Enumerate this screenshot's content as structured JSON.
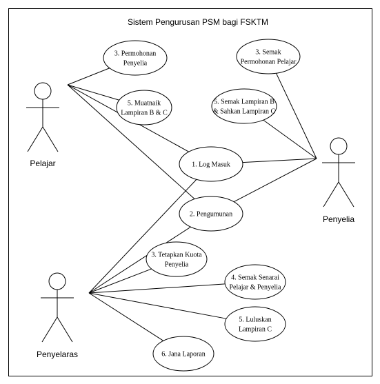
{
  "title": "Sistem Pengurusan PSM bagi FSKTM",
  "actors": [
    {
      "id": "pelajar",
      "label": "Pelajar"
    },
    {
      "id": "penyelia",
      "label": "Penyelia"
    },
    {
      "id": "penyelaras",
      "label": "Penyelaras"
    }
  ],
  "use_cases": [
    {
      "id": "uc-permohonan-penyelia",
      "lines": [
        "3. Permohonan",
        "Penyelia"
      ]
    },
    {
      "id": "uc-muatnaik-lampiran",
      "lines": [
        "5. Muatnaik",
        "Lampiran B & C"
      ]
    },
    {
      "id": "uc-log-masuk",
      "lines": [
        "1. Log Masuk"
      ]
    },
    {
      "id": "uc-pengumunan",
      "lines": [
        "2. Pengumunan"
      ]
    },
    {
      "id": "uc-semak-permohonan",
      "lines": [
        "3. Semak",
        "Permohonan Pelajar"
      ]
    },
    {
      "id": "uc-semak-lampiran",
      "lines": [
        "5. Semak Lampiran  B",
        "& Sahkan Lampiran C"
      ]
    },
    {
      "id": "uc-tetapkan-kuota",
      "lines": [
        "3. Tetapkan Kuota",
        "Penyelia"
      ]
    },
    {
      "id": "uc-semak-senarai",
      "lines": [
        "4. Semak Senarai",
        "Pelajar & Penyelia"
      ]
    },
    {
      "id": "uc-luluskan-lampiran",
      "lines": [
        "5. Luluskan",
        "Lampiran C"
      ]
    },
    {
      "id": "uc-jana-laporan",
      "lines": [
        "6. Jana Laporan"
      ]
    }
  ],
  "associations": [
    [
      "pelajar",
      "uc-permohonan-penyelia"
    ],
    [
      "pelajar",
      "uc-muatnaik-lampiran"
    ],
    [
      "pelajar",
      "uc-log-masuk"
    ],
    [
      "pelajar",
      "uc-pengumunan"
    ],
    [
      "penyelia",
      "uc-semak-permohonan"
    ],
    [
      "penyelia",
      "uc-semak-lampiran"
    ],
    [
      "penyelia",
      "uc-log-masuk"
    ],
    [
      "penyelia",
      "uc-pengumunan"
    ],
    [
      "penyelaras",
      "uc-log-masuk"
    ],
    [
      "penyelaras",
      "uc-pengumunan"
    ],
    [
      "penyelaras",
      "uc-tetapkan-kuota"
    ],
    [
      "penyelaras",
      "uc-semak-senarai"
    ],
    [
      "penyelaras",
      "uc-luluskan-lampiran"
    ],
    [
      "penyelaras",
      "uc-jana-laporan"
    ]
  ]
}
